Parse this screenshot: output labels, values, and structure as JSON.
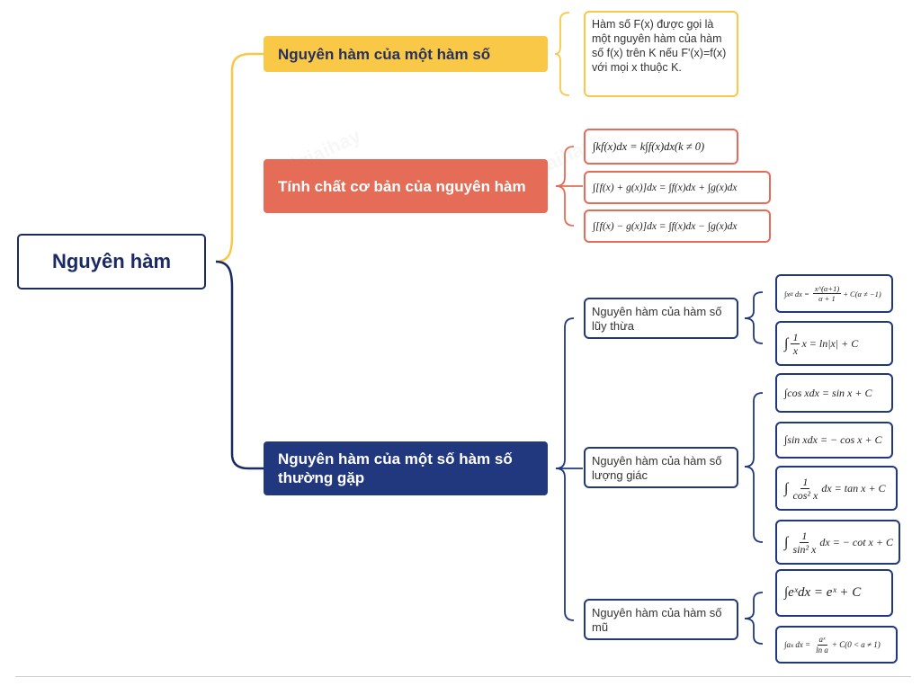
{
  "root": {
    "label": "Nguyên hàm"
  },
  "branches": [
    {
      "label": "Nguyên hàm của một hàm số"
    },
    {
      "label": "Tính chất cơ bản của nguyên hàm"
    },
    {
      "label": "Nguyên hàm của một số hàm số thường gặp"
    }
  ],
  "definition": {
    "text": "Hàm số F(x) được gọi là một nguyên hàm của hàm số f(x) trên K nếu F'(x)=f(x) với mọi x thuộc K."
  },
  "properties": [
    {
      "formula": "∫kf(x)dx = k∫f(x)dx(k ≠ 0)"
    },
    {
      "formula": "∫[f(x) + g(x)]dx = ∫f(x)dx + ∫g(x)dx"
    },
    {
      "formula": "∫[f(x) − g(x)]dx = ∫f(x)dx − ∫g(x)dx"
    }
  ],
  "groups": [
    {
      "label": "Nguyên hàm của hàm số lũy thừa",
      "formulas": [
        {
          "lead": "∫x",
          "sup": "α",
          "mid": "dx =",
          "num": "x^(α+1)",
          "den": "α + 1",
          "tail": "+ C(α ≠ −1)"
        },
        {
          "lead": "∫",
          "num": "1",
          "den": "x",
          "tail": "x = ln|x| + C"
        }
      ]
    },
    {
      "label": "Nguyên hàm của hàm số lượng giác",
      "formulas": [
        {
          "text": "∫cos xdx = sin x + C"
        },
        {
          "text": "∫sin xdx = − cos x + C"
        },
        {
          "lead": "∫",
          "num": "1",
          "den": "cos² x",
          "tail": "dx = tan x + C"
        },
        {
          "lead": "∫",
          "num": "1",
          "den": "sin² x",
          "tail": "dx = − cot x + C"
        }
      ]
    },
    {
      "label": "Nguyên hàm của hàm số mũ",
      "formulas": [
        {
          "text": "∫eˣdx = eˣ + C"
        },
        {
          "lead": "∫a",
          "sup": "x",
          "mid": "dx =",
          "num": "aˣ",
          "den": "ln a",
          "tail": "+ C(0 < a ≠ 1)"
        }
      ]
    }
  ],
  "colors": {
    "navy": "#1b2a63",
    "yellow": "#f9c846",
    "red": "#e56d57",
    "blue": "#21387f"
  }
}
